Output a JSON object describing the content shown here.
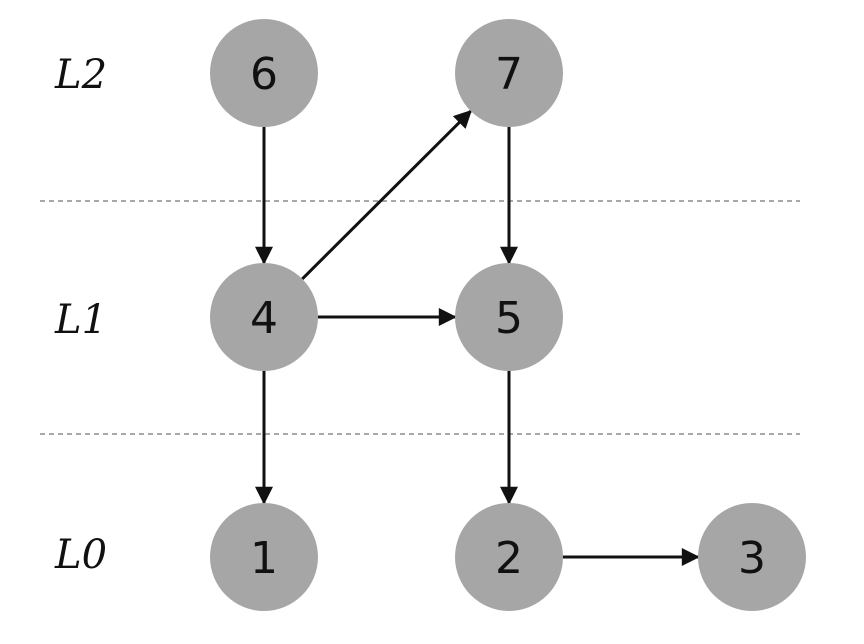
{
  "levels": [
    {
      "id": "L2",
      "label": "L2"
    },
    {
      "id": "L1",
      "label": "L1"
    },
    {
      "id": "L0",
      "label": "L0"
    }
  ],
  "nodes": [
    {
      "id": "6",
      "label": "6",
      "level": "L2"
    },
    {
      "id": "7",
      "label": "7",
      "level": "L2"
    },
    {
      "id": "4",
      "label": "4",
      "level": "L1"
    },
    {
      "id": "5",
      "label": "5",
      "level": "L1"
    },
    {
      "id": "1",
      "label": "1",
      "level": "L0"
    },
    {
      "id": "2",
      "label": "2",
      "level": "L0"
    },
    {
      "id": "3",
      "label": "3",
      "level": "L0"
    }
  ],
  "edges": [
    {
      "from": "6",
      "to": "4"
    },
    {
      "from": "4",
      "to": "7"
    },
    {
      "from": "7",
      "to": "5"
    },
    {
      "from": "4",
      "to": "5"
    },
    {
      "from": "4",
      "to": "1"
    },
    {
      "from": "5",
      "to": "2"
    },
    {
      "from": "2",
      "to": "3"
    }
  ],
  "colors": {
    "node_fill": "#a6a6a6",
    "edge": "#111111",
    "divider": "#8c8c8c"
  }
}
